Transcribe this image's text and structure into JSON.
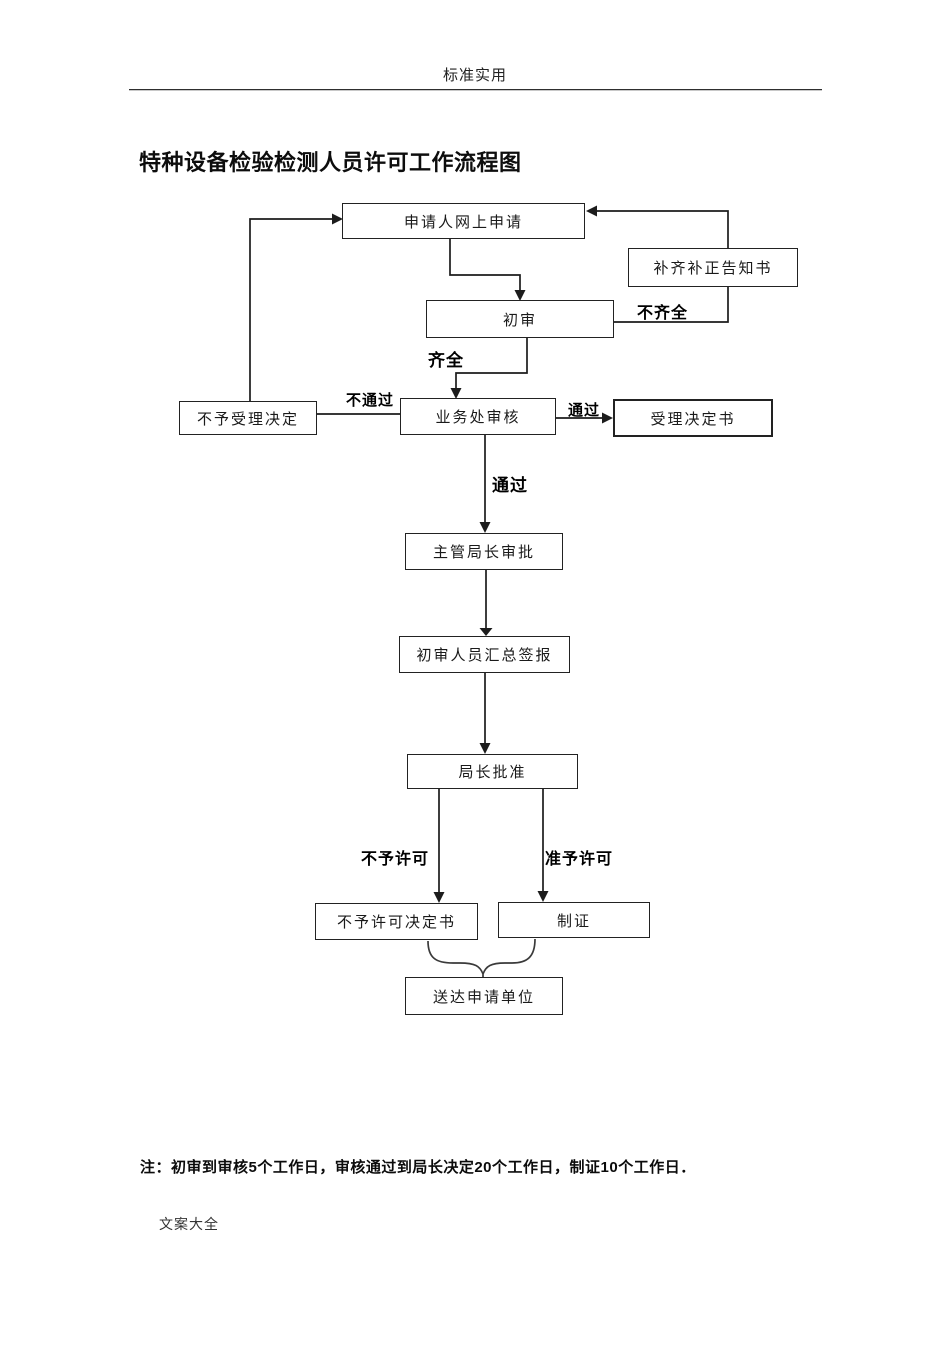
{
  "page": {
    "header": "标准实用",
    "title": "特种设备检验检测人员许可工作流程图",
    "note": "注：初审到审核5个工作日，审核通过到局长决定20个工作日，制证10个工作日．",
    "footer": "文案大全"
  },
  "flowchart": {
    "nodes": [
      {
        "id": "apply",
        "label": "申请人网上申请"
      },
      {
        "id": "notice",
        "label": "补齐补正告知书"
      },
      {
        "id": "first-review",
        "label": "初审"
      },
      {
        "id": "no-accept",
        "label": "不予受理决定"
      },
      {
        "id": "business",
        "label": "业务处审核"
      },
      {
        "id": "accept",
        "label": "受理决定书"
      },
      {
        "id": "director",
        "label": "主管局长审批"
      },
      {
        "id": "summary",
        "label": "初审人员汇总签报"
      },
      {
        "id": "chief",
        "label": "局长批准"
      },
      {
        "id": "no-license",
        "label": "不予许可决定书"
      },
      {
        "id": "certificate",
        "label": "制证"
      },
      {
        "id": "deliver",
        "label": "送达申请单位"
      }
    ],
    "edge_labels": [
      {
        "id": "incomplete",
        "text": "不齐全"
      },
      {
        "id": "complete",
        "text": "齐全"
      },
      {
        "id": "not-passed",
        "text": "不通过"
      },
      {
        "id": "passed-right",
        "text": "通过"
      },
      {
        "id": "passed-down",
        "text": "通过"
      },
      {
        "id": "deny-license",
        "text": "不予许可"
      },
      {
        "id": "grant-license",
        "text": "准予许可"
      }
    ],
    "line_color": "#1c1c1c"
  }
}
